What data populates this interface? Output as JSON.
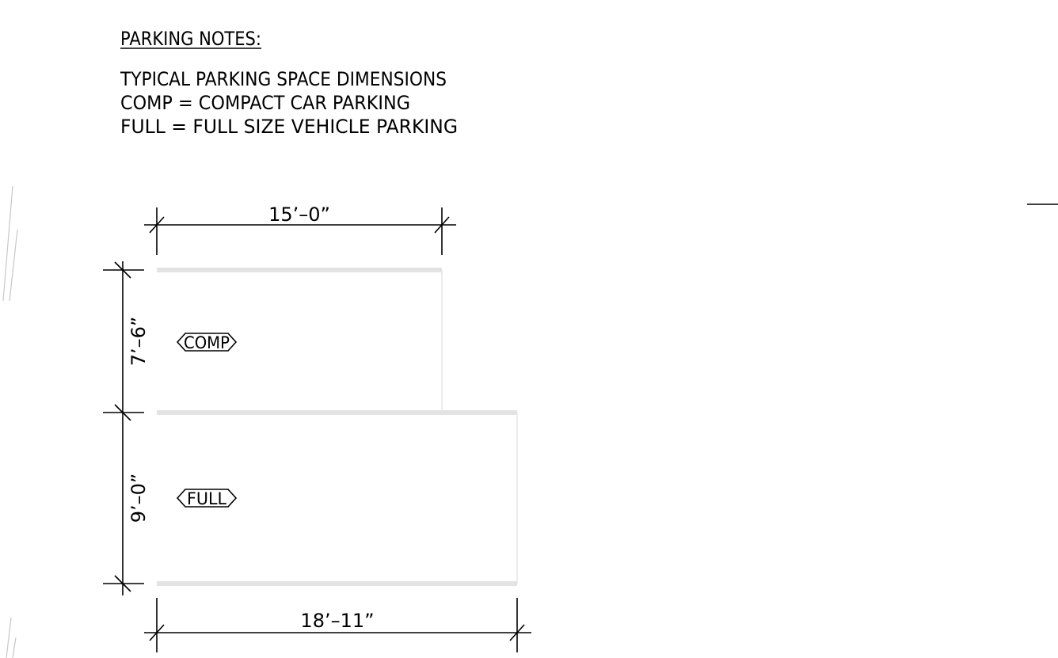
{
  "notes": {
    "heading": "PARKING NOTES:",
    "line1": "TYPICAL PARKING SPACE DIMENSIONS",
    "line2": "COMP = COMPACT CAR PARKING",
    "line3": "FULL   = FULL SIZE VEHICLE PARKING"
  },
  "dimensions": {
    "compact_length": "15’–0”",
    "compact_width": "7’–6”",
    "full_width": "9’–0”",
    "full_length": "18’–11”"
  },
  "tags": {
    "compact": "COMP",
    "full": "FULL"
  },
  "colors": {
    "ink": "#000000",
    "stall_stripe": "#e3e3e3"
  }
}
